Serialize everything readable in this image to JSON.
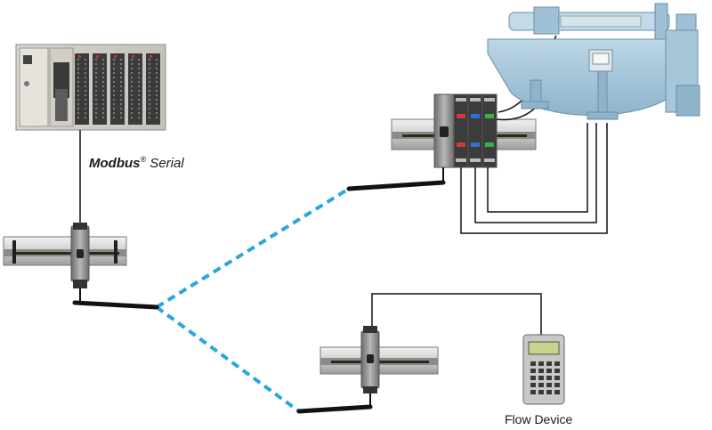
{
  "labels": {
    "protocol_bold": "Modbus",
    "protocol_reg": "®",
    "protocol_rest": " Serial",
    "flow_device": "Flow Device"
  },
  "colors": {
    "wireless_link": "#2aa7dc",
    "machine_body": "#a9c9dc",
    "machine_dark": "#7fa9c2",
    "din_rail": "#d8d8d8",
    "module_body": "#9a9a9a",
    "cable": "#111111"
  },
  "icons": {
    "plc": "plc-rack-icon",
    "gateway": "wireless-gateway-icon",
    "remote_io": "remote-io-node-icon",
    "flow_node": "wireless-node-icon",
    "flow_device": "flow-meter-device-icon",
    "machine": "industrial-machine-icon"
  }
}
